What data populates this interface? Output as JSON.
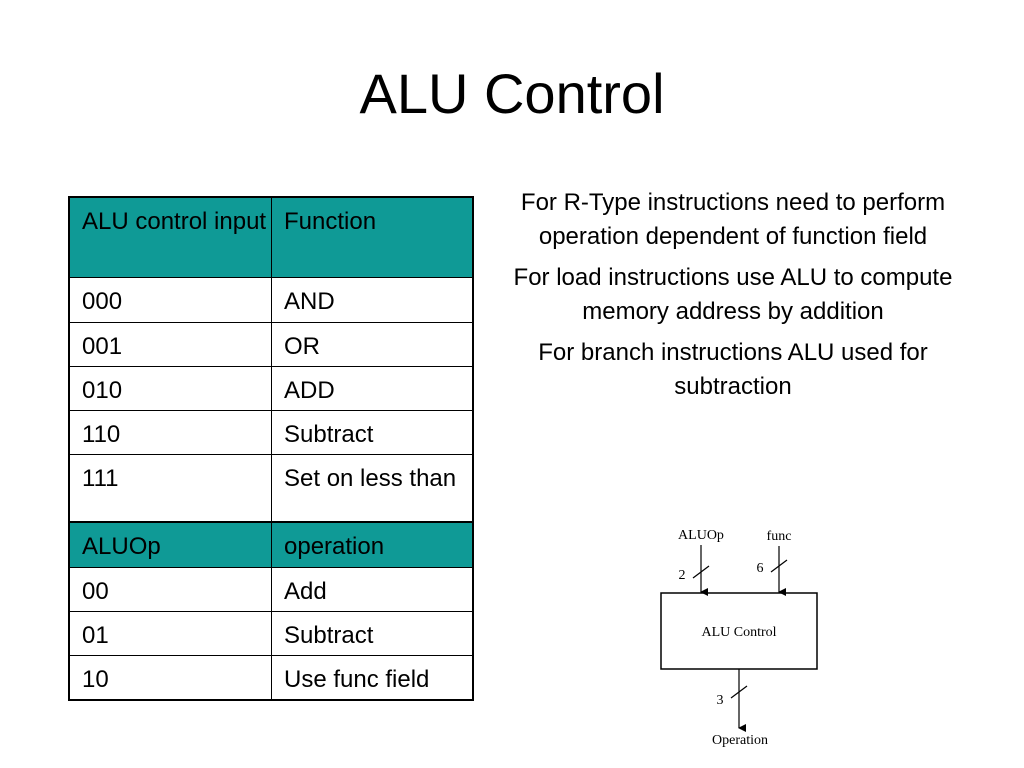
{
  "title": "ALU Control",
  "control_table": {
    "headers": [
      "ALU control input",
      "Function"
    ],
    "rows": [
      [
        "000",
        "AND"
      ],
      [
        "001",
        "OR"
      ],
      [
        "010",
        "ADD"
      ],
      [
        "110",
        "Subtract"
      ],
      [
        "111",
        "Set on less than"
      ]
    ]
  },
  "aluop_table": {
    "headers": [
      "ALUOp",
      "operation"
    ],
    "rows": [
      [
        "00",
        "Add"
      ],
      [
        "01",
        "Subtract"
      ],
      [
        "10",
        "Use func field"
      ]
    ]
  },
  "notes": [
    "For R-Type instructions need to perform operation dependent of function field",
    "For load instructions use ALU to compute memory address by addition",
    "For branch instructions ALU used for subtraction"
  ],
  "diagram": {
    "box_label": "ALU Control",
    "input_aluop": "ALUOp",
    "input_func": "func",
    "aluop_width": "2",
    "func_width": "6",
    "output_width": "3",
    "output_label": "Operation"
  },
  "colors": {
    "header_fill": "#0f9a96"
  }
}
